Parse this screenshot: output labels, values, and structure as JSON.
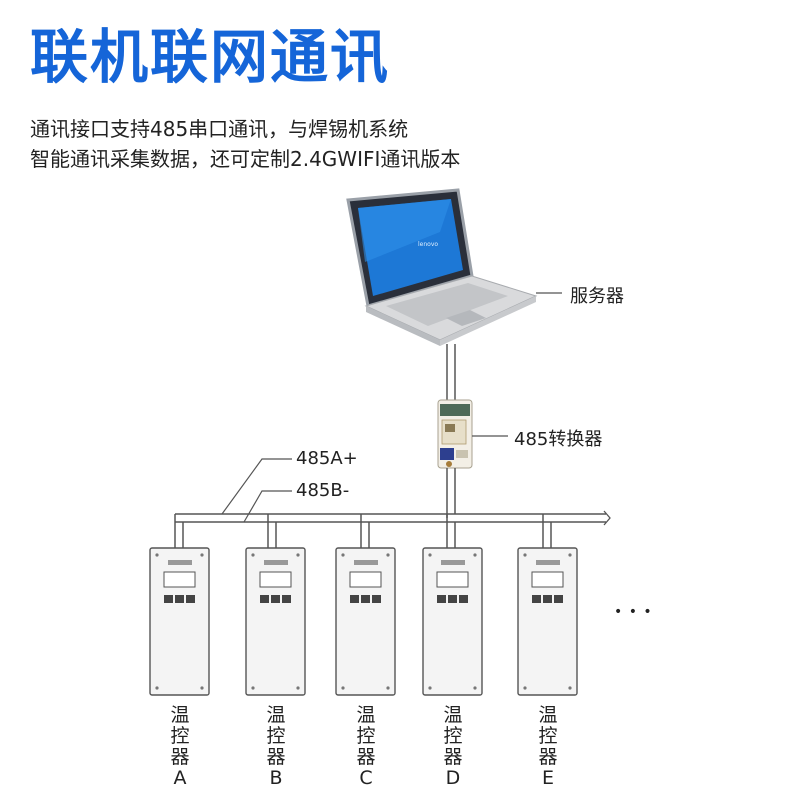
{
  "header": {
    "title": "联机联网通讯",
    "desc_line1": "通讯接口支持485串口通讯，与焊锡机系统",
    "desc_line2": "智能通讯采集数据，还可定制2.4GWIFI通讯版本"
  },
  "diagram": {
    "server_label": "服务器",
    "converter_label": "485转换器",
    "bus_a_label": "485A+",
    "bus_b_label": "485B-",
    "ellipsis": "• • •",
    "controller_name_chars": [
      "温",
      "控",
      "器"
    ],
    "controllers": [
      {
        "id": "A"
      },
      {
        "id": "B"
      },
      {
        "id": "C"
      },
      {
        "id": "D"
      },
      {
        "id": "E"
      }
    ]
  },
  "colors": {
    "title": "#1565d8",
    "line": "#444444",
    "device_body": "#f4f4f4"
  }
}
